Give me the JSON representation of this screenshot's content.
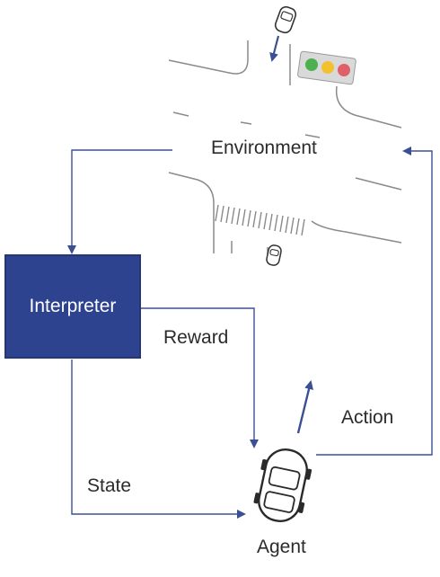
{
  "diagram": {
    "environment_label": "Environment",
    "interpreter_label": "Interpreter",
    "reward_label": "Reward",
    "state_label": "State",
    "action_label": "Action",
    "agent_label": "Agent"
  },
  "colors": {
    "arrow": "#3b4f94",
    "interpreter_fill": "#2e4390",
    "road": "#8a8a8a",
    "light_green": "#4caf50",
    "light_yellow": "#f2c12e",
    "light_red": "#e0606a"
  }
}
